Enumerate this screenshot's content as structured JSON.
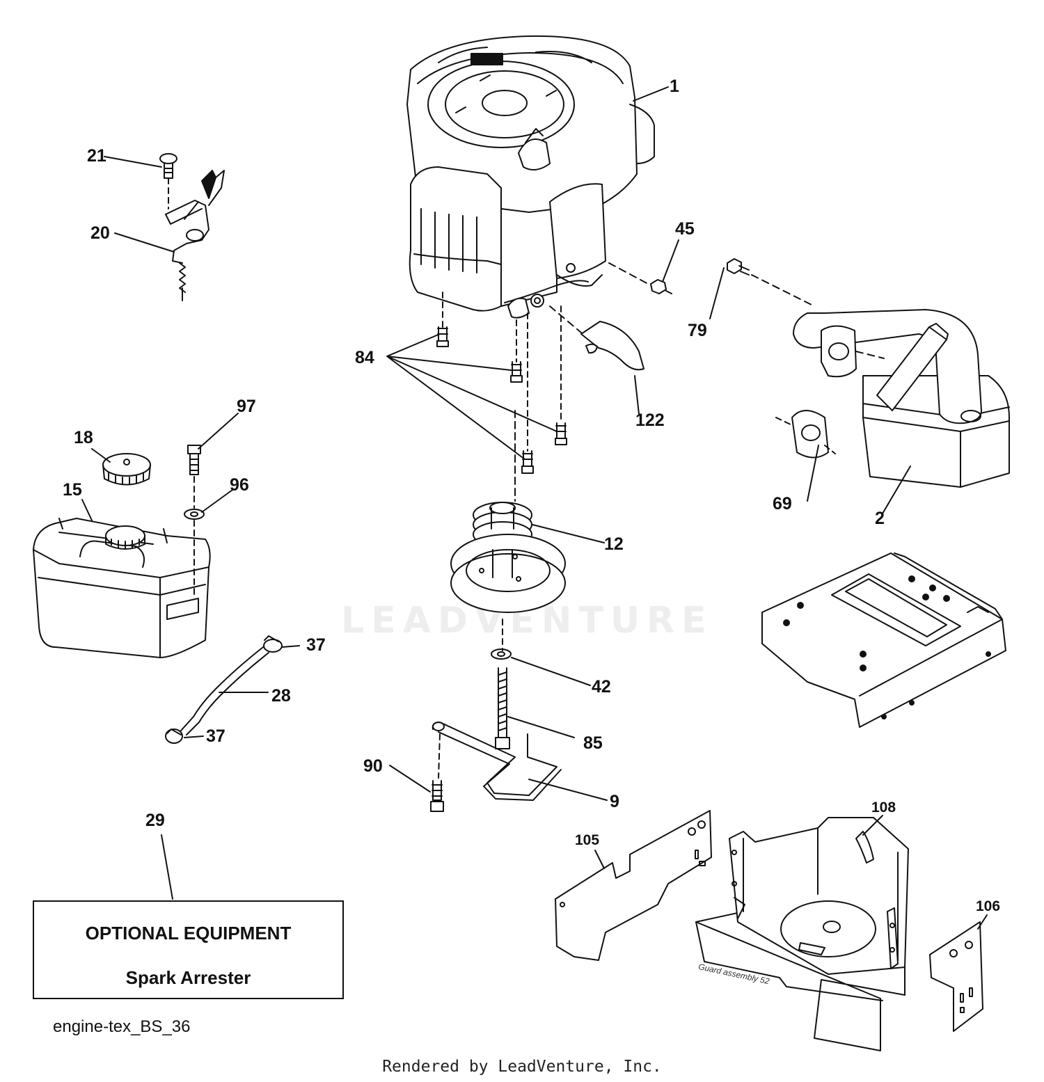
{
  "watermark": "LEADVENTURE",
  "callouts": {
    "p1": "1",
    "p2": "2",
    "p9": "9",
    "p12": "12",
    "p15": "15",
    "p18": "18",
    "p20": "20",
    "p21": "21",
    "p28": "28",
    "p29": "29",
    "p37a": "37",
    "p37b": "37",
    "p42": "42",
    "p45": "45",
    "p69": "69",
    "p79": "79",
    "p84": "84",
    "p85": "85",
    "p90": "90",
    "p96": "96",
    "p97": "97",
    "p105": "105",
    "p106": "106",
    "p108": "108",
    "p122": "122"
  },
  "guard_label": "Guard assembly 52",
  "optional_equipment": {
    "title": "OPTIONAL EQUIPMENT",
    "item": "Spark Arrester"
  },
  "diagram_id": "engine-tex_BS_36",
  "render_credit": "Rendered by LeadVenture, Inc.",
  "colors": {
    "line": "#111111",
    "watermark": "#eeeeee"
  }
}
